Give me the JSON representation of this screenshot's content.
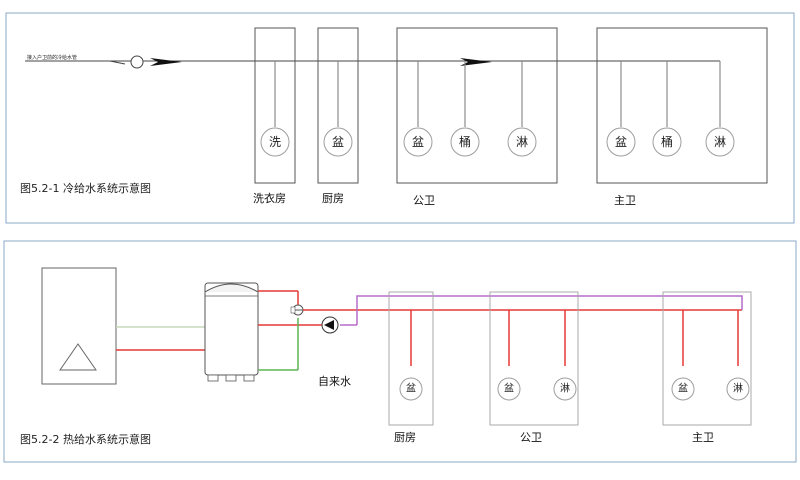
{
  "cold": {
    "caption": "图5.2-1  冷给水系统示意图",
    "inlet_label": "接入户卫前的冷给水管",
    "rooms": [
      {
        "name": "洗衣房",
        "fixtures": [
          "洗"
        ]
      },
      {
        "name": "厨房",
        "fixtures": [
          "盆"
        ]
      },
      {
        "name": "公卫",
        "fixtures": [
          "盆",
          "桶",
          "淋"
        ]
      },
      {
        "name": "主卫",
        "fixtures": [
          "盆",
          "桶",
          "淋"
        ]
      }
    ]
  },
  "hot": {
    "caption": "图5.2-2  热给水系统示意图",
    "supply_label": "自来水",
    "rooms": [
      {
        "name": "厨房",
        "fixtures": [
          "盆"
        ]
      },
      {
        "name": "公卫",
        "fixtures": [
          "盆",
          "淋"
        ]
      },
      {
        "name": "主卫",
        "fixtures": [
          "盆",
          "淋"
        ]
      }
    ]
  },
  "colors": {
    "frame": "#8aa9c7",
    "cold_pipe": "#444444",
    "hot_pipe": "#e53935",
    "return_pipe": "#b56bc9",
    "cold_supply": "#5ab552",
    "fixture_stroke": "#9e9e9e"
  }
}
